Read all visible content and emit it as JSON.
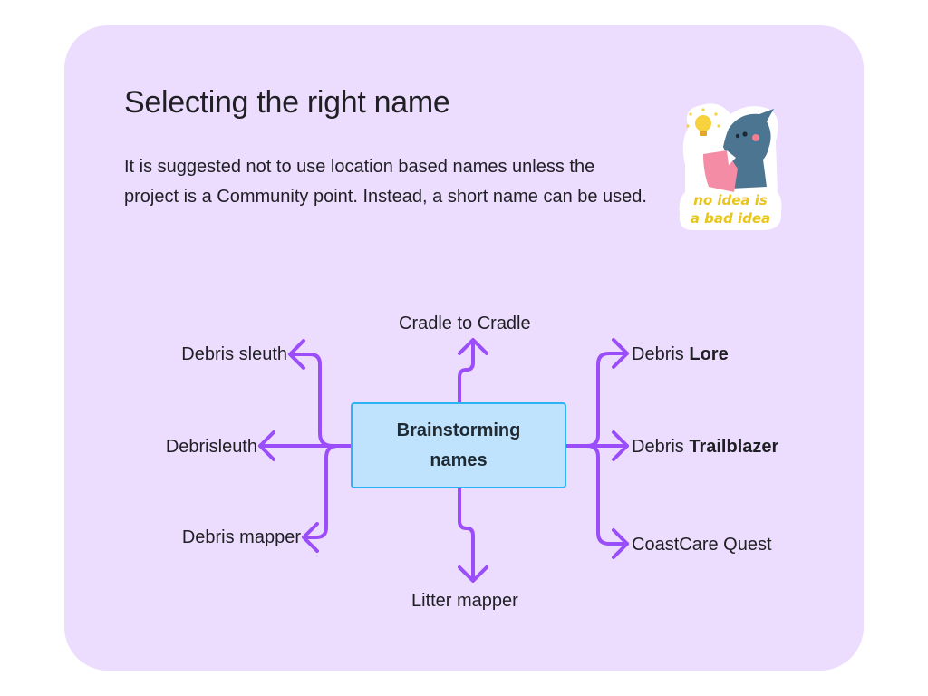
{
  "header": {
    "title": "Selecting the right name",
    "description": "It is suggested not to use location based names unless the project is a Community point. Instead, a short name can be used."
  },
  "sticker": {
    "icon": "idea-creature-sticker-icon",
    "line1": "no idea is",
    "line2": "a bad idea"
  },
  "diagram": {
    "center": "Brainstorming names",
    "branches": {
      "top": "Cradle to Cradle",
      "bottom": "Litter mapper",
      "left_top": "Debris sleuth",
      "left_middle": "Debrisleuth",
      "left_bottom": "Debris mapper",
      "right_top": {
        "normal": "Debris ",
        "bold": "Lore"
      },
      "right_middle": {
        "normal": "Debris ",
        "bold": "Trailblazer"
      },
      "right_bottom": "CoastCare Quest"
    }
  },
  "colors": {
    "card_bg": "#ecdcfe",
    "connector": "#9b4dfa",
    "center_fill": "#bfe3fc",
    "center_border": "#2cb4f2",
    "text": "#1f1f24"
  }
}
